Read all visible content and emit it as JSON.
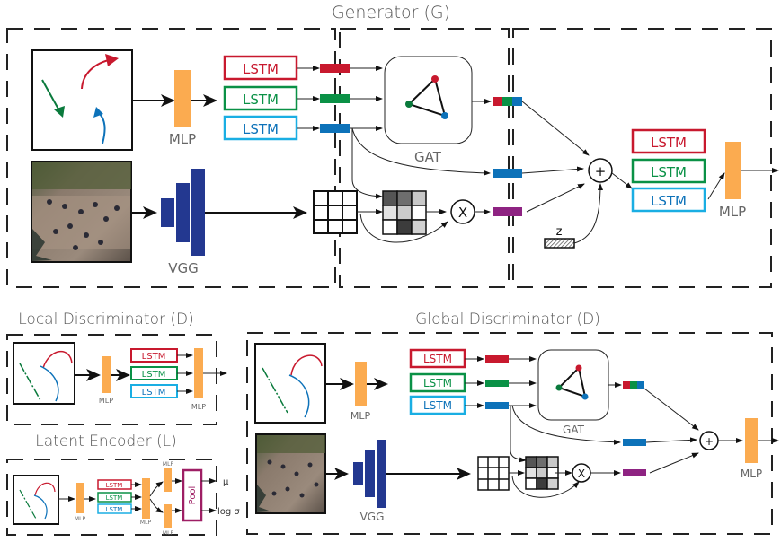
{
  "titles": {
    "generator": "Generator (G)",
    "local_discriminator": "Local Discriminator (D)",
    "global_discriminator": "Global Discriminator (D)",
    "latent_encoder": "Latent Encoder (L)"
  },
  "labels": {
    "lstm": "LSTM",
    "mlp": "MLP",
    "vgg": "VGG",
    "gat": "GAT",
    "multiply": "X",
    "add": "+",
    "noise": "z",
    "pool": "Pool",
    "mu": "μ",
    "log_sigma": "log σ"
  },
  "colors": {
    "red": "#c8192e",
    "green": "#0a9146",
    "blue": "#0d72b9",
    "lightblue": "#1aaee3",
    "mlp": "#fbab50",
    "vgg": "#233890",
    "purple": "#8e2382",
    "pool": "#9e1e64"
  },
  "attention_grid": [
    [
      "#555555",
      "#6e6e6e",
      "#c8c8c8"
    ],
    [
      "#e2e2e2",
      "#cbcbcb",
      "#ffffff"
    ],
    [
      "#ffffff",
      "#3c3c3c",
      "#d1d1d1"
    ]
  ]
}
